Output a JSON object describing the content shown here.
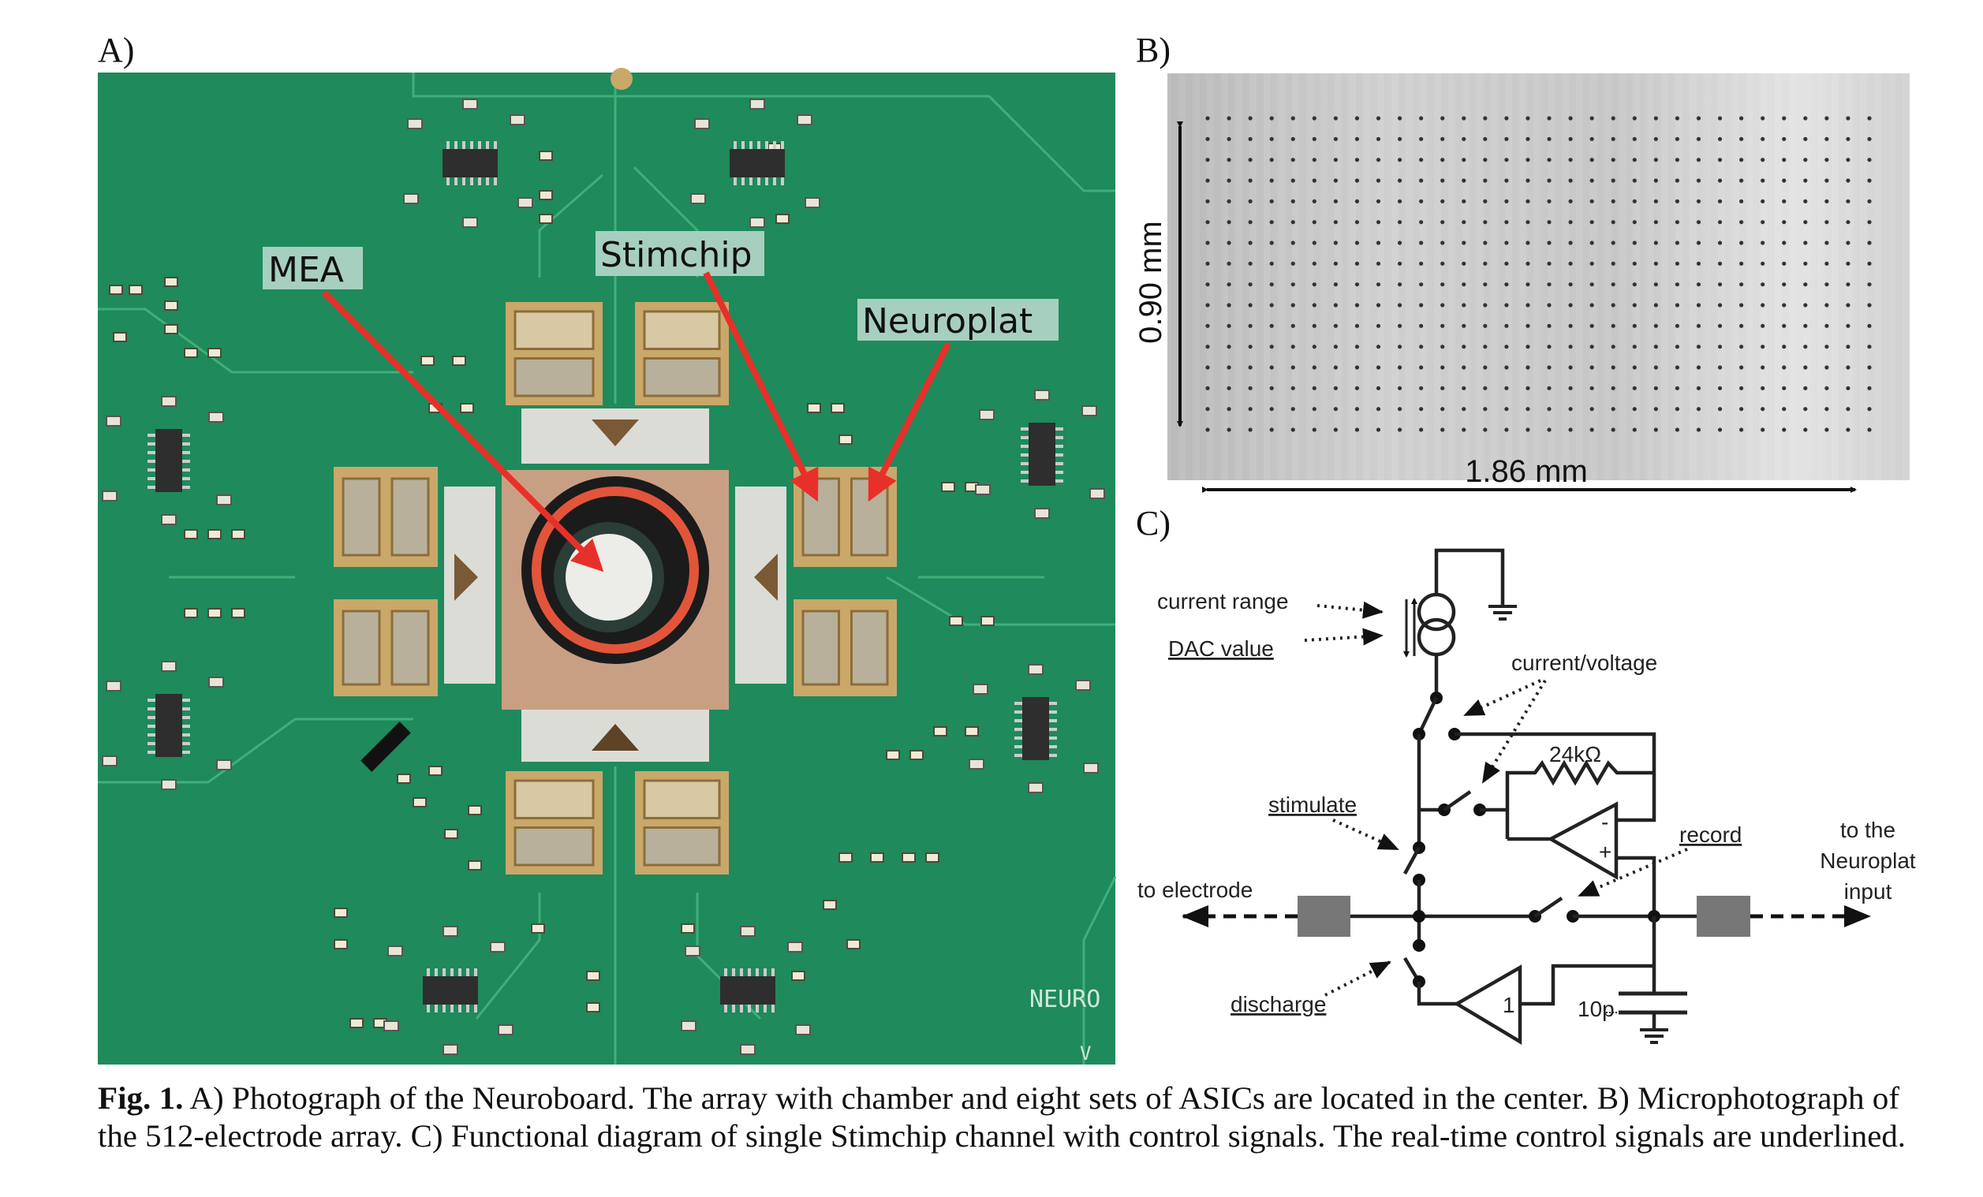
{
  "panels": {
    "a": {
      "label": "A)",
      "annotations": {
        "mea": "MEA",
        "stimchip": "Stimchip",
        "neuroplat": "Neuroplat"
      },
      "board_text": "NEURO",
      "board_text2": "V"
    },
    "b": {
      "label": "B)",
      "height_label": "0.90 mm",
      "width_label": "1.86 mm",
      "electrode_grid": {
        "cols": 32,
        "rows": 16
      }
    },
    "c": {
      "label": "C)",
      "current_range": "current range",
      "dac_value": "DAC value",
      "current_voltage": "current/voltage",
      "resistor": "24kΩ",
      "stimulate": "stimulate",
      "record": "record",
      "to_electrode": "to electrode",
      "to_neuroplat": [
        "to the",
        "Neuroplat",
        "input"
      ],
      "discharge": "discharge",
      "capacitor": "10p",
      "buffer_gain": "1",
      "opamp_minus": "-",
      "opamp_plus": "+"
    }
  },
  "caption": {
    "fig_label": "Fig. 1.",
    "line1": " A) Photograph of the Neuroboard. The array with chamber and eight sets of ASICs are located in the center. B) Microphotograph of",
    "line2": "the 512-electrode array. C) Functional diagram of single Stimchip channel with control signals. The real-time control signals are underlined."
  },
  "colors": {
    "pcb": "#1f8a5c",
    "arrow": "#e8302a",
    "gold": "#c9a86a"
  }
}
